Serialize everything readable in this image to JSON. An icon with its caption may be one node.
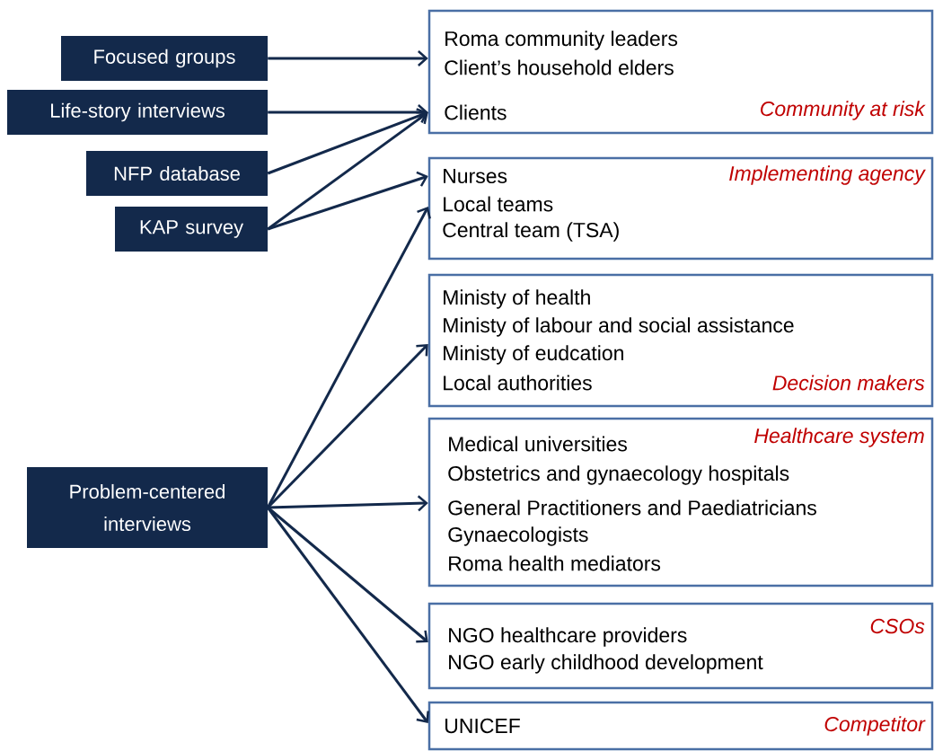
{
  "diagram": {
    "nodes": [
      {
        "text": [
          "Focused groups"
        ]
      },
      {
        "text": [
          "Life-story interviews"
        ]
      },
      {
        "text": [
          "NFP database"
        ]
      },
      {
        "text": [
          "KAP survey"
        ]
      },
      {
        "text": [
          "Problem-centered interviews"
        ]
      },
      {
        "text": [
          "Roma community leaders",
          "Client’s household elders",
          "Clients",
          "Community at risk"
        ]
      },
      {
        "text": [
          "Nurses",
          "Implementing agency",
          "Local teams",
          "Central team (TSA)"
        ]
      },
      {
        "text": [
          "Ministy of health",
          "Ministy of labour and social assistance",
          "Ministy of eudcation",
          "Local authorities",
          "Decision makers"
        ]
      },
      {
        "text": [
          "Medical universities",
          "Healthcare system",
          "Obstetrics and gynaecology hospitals",
          "General Practitioners and Paediatricians",
          "Gynaecologists",
          "Roma health mediators"
        ]
      },
      {
        "text": [
          "CSOs",
          "NGO healthcare providers",
          "NGO early childhood development"
        ]
      },
      {
        "text": [
          "UNICEF",
          "Competitor"
        ]
      }
    ],
    "edges": [
      {
        "from": 0,
        "to": 5,
        "arrow": "to"
      },
      {
        "from": 1,
        "to": 5,
        "arrow": "to"
      },
      {
        "from": 2,
        "to": 5,
        "arrow": "to"
      },
      {
        "from": 3,
        "to": 5,
        "arrow": "to"
      },
      {
        "from": 3,
        "to": 6,
        "arrow": "to"
      },
      {
        "from": 4,
        "to": 6,
        "arrow": "to"
      },
      {
        "from": 4,
        "to": 7,
        "arrow": "to"
      },
      {
        "from": 4,
        "to": 8,
        "arrow": "to"
      },
      {
        "from": 4,
        "to": 9,
        "arrow": "to"
      },
      {
        "from": 4,
        "to": 10,
        "arrow": "to"
      }
    ]
  }
}
